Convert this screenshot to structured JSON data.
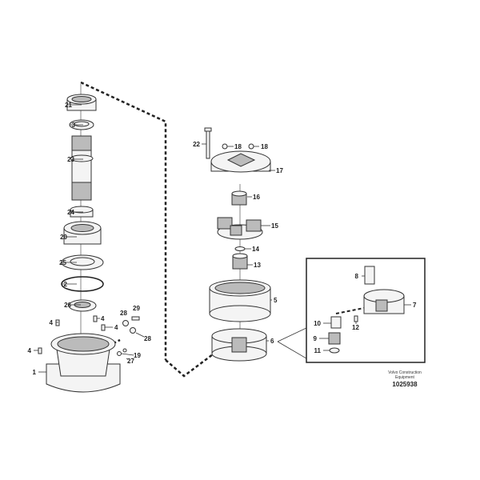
{
  "caption": {
    "line1": "Volvo Construction",
    "line2": "Equipment",
    "number": "1025938"
  },
  "labels_left": [
    "21",
    "3",
    "23",
    "24",
    "20",
    "25",
    "2",
    "26",
    "28",
    "29",
    "4",
    "4",
    "4",
    "28",
    "4",
    "19",
    "27",
    "1"
  ],
  "labels_right": [
    "22",
    "18",
    "18",
    "17",
    "16",
    "15",
    "14",
    "13",
    "5",
    "6"
  ],
  "labels_inset": [
    "8",
    "7",
    "10",
    "12",
    "9",
    "11"
  ]
}
